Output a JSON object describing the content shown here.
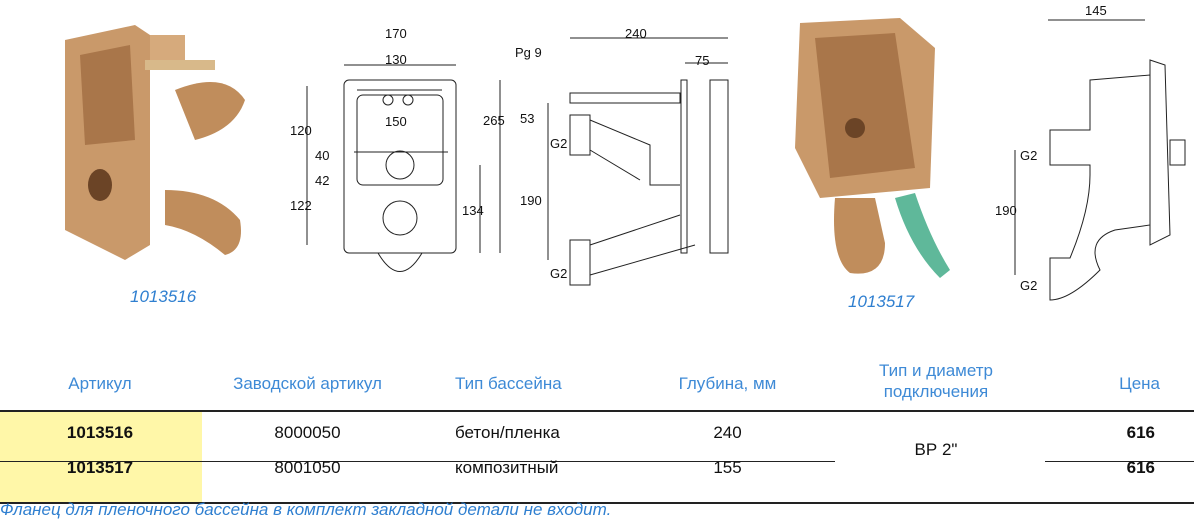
{
  "products": [
    {
      "caption": "1013516"
    },
    {
      "caption": "1013517"
    }
  ],
  "drawing_front": {
    "dims": [
      "170",
      "130",
      "150",
      "120",
      "40",
      "42",
      "122",
      "134",
      "265"
    ]
  },
  "drawing_side": {
    "dims": [
      "240",
      "75",
      "Pg 9",
      "53",
      "G2",
      "190",
      "G2"
    ]
  },
  "drawing_section": {
    "dims": [
      "145",
      "G2",
      "190",
      "G2"
    ]
  },
  "table": {
    "headers": [
      "Артикул",
      "Заводской артикул",
      "Тип бассейна",
      "Глубина, мм",
      "Тип и диаметр подключения",
      "Цена"
    ],
    "rows": [
      {
        "article": "1013516",
        "factory": "8000050",
        "pool_type": "бетон/пленка",
        "depth": "240",
        "price": "616"
      },
      {
        "article": "1013517",
        "factory": "8001050",
        "pool_type": "композитный",
        "depth": "155",
        "price": "616"
      }
    ],
    "connection": "ВР 2\""
  },
  "colors": {
    "highlight": "#fff7a8",
    "accent": "#3e8ad6",
    "product": "#c9996a"
  },
  "footnote": "Фланец для пленочного бассейна в комплект закладной детали не входит."
}
